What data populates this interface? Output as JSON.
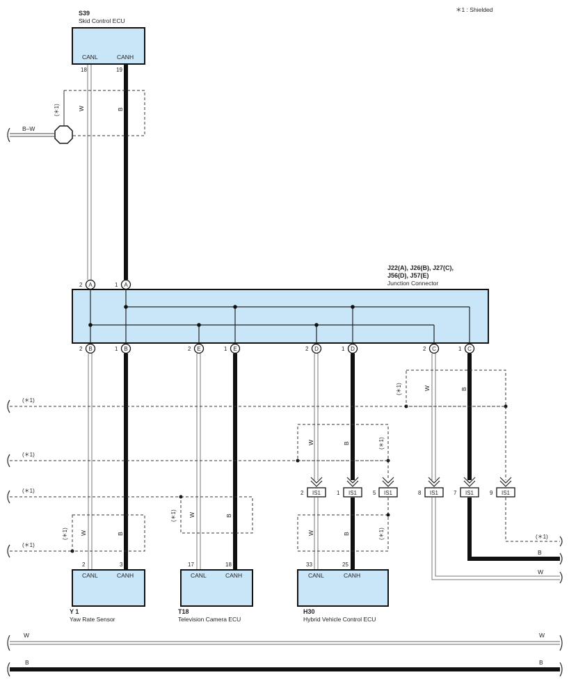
{
  "legend": {
    "shielded": "＊1 : Shielded"
  },
  "shield_mark": "(＊1)",
  "components": {
    "s39": {
      "code": "S39",
      "name": "Skid Control ECU",
      "pin_canl": "CANL",
      "pin_canh": "CANH",
      "canl_no": "18",
      "canh_no": "19"
    },
    "junction": {
      "code_line1": "J22(A), J26(B), J27(C),",
      "code_line2": "J56(D), J57(E)",
      "name": "Junction Connector"
    },
    "y1": {
      "code": "Y 1",
      "name": "Yaw Rate Sensor",
      "pin_canl": "CANL",
      "pin_canh": "CANH",
      "canl_no": "2",
      "canh_no": "3"
    },
    "t18": {
      "code": "T18",
      "name": "Television Camera ECU",
      "pin_canl": "CANL",
      "pin_canh": "CANH",
      "canl_no": "17",
      "canh_no": "18"
    },
    "h30": {
      "code": "H30",
      "name": "Hybrid Vehicle Control ECU",
      "pin_canl": "CANL",
      "pin_canh": "CANH",
      "canl_no": "33",
      "canh_no": "25"
    }
  },
  "junction_pins": {
    "top": [
      {
        "no": "2",
        "letter": "A"
      },
      {
        "no": "1",
        "letter": "A"
      }
    ],
    "bottom": [
      {
        "no": "2",
        "letter": "B"
      },
      {
        "no": "1",
        "letter": "B"
      },
      {
        "no": "2",
        "letter": "E"
      },
      {
        "no": "1",
        "letter": "E"
      },
      {
        "no": "2",
        "letter": "D"
      },
      {
        "no": "1",
        "letter": "D"
      },
      {
        "no": "2",
        "letter": "C"
      },
      {
        "no": "1",
        "letter": "C"
      }
    ]
  },
  "is1": {
    "label": "IS1",
    "pins": [
      "2",
      "1",
      "5",
      "8",
      "7",
      "9"
    ]
  },
  "wire_colors": {
    "white": "W",
    "black": "B",
    "ground": "B–W"
  },
  "colors": {
    "ecu_fill": "#c8e6f8",
    "wire_black": "#111111",
    "wire_white": "#777777"
  }
}
